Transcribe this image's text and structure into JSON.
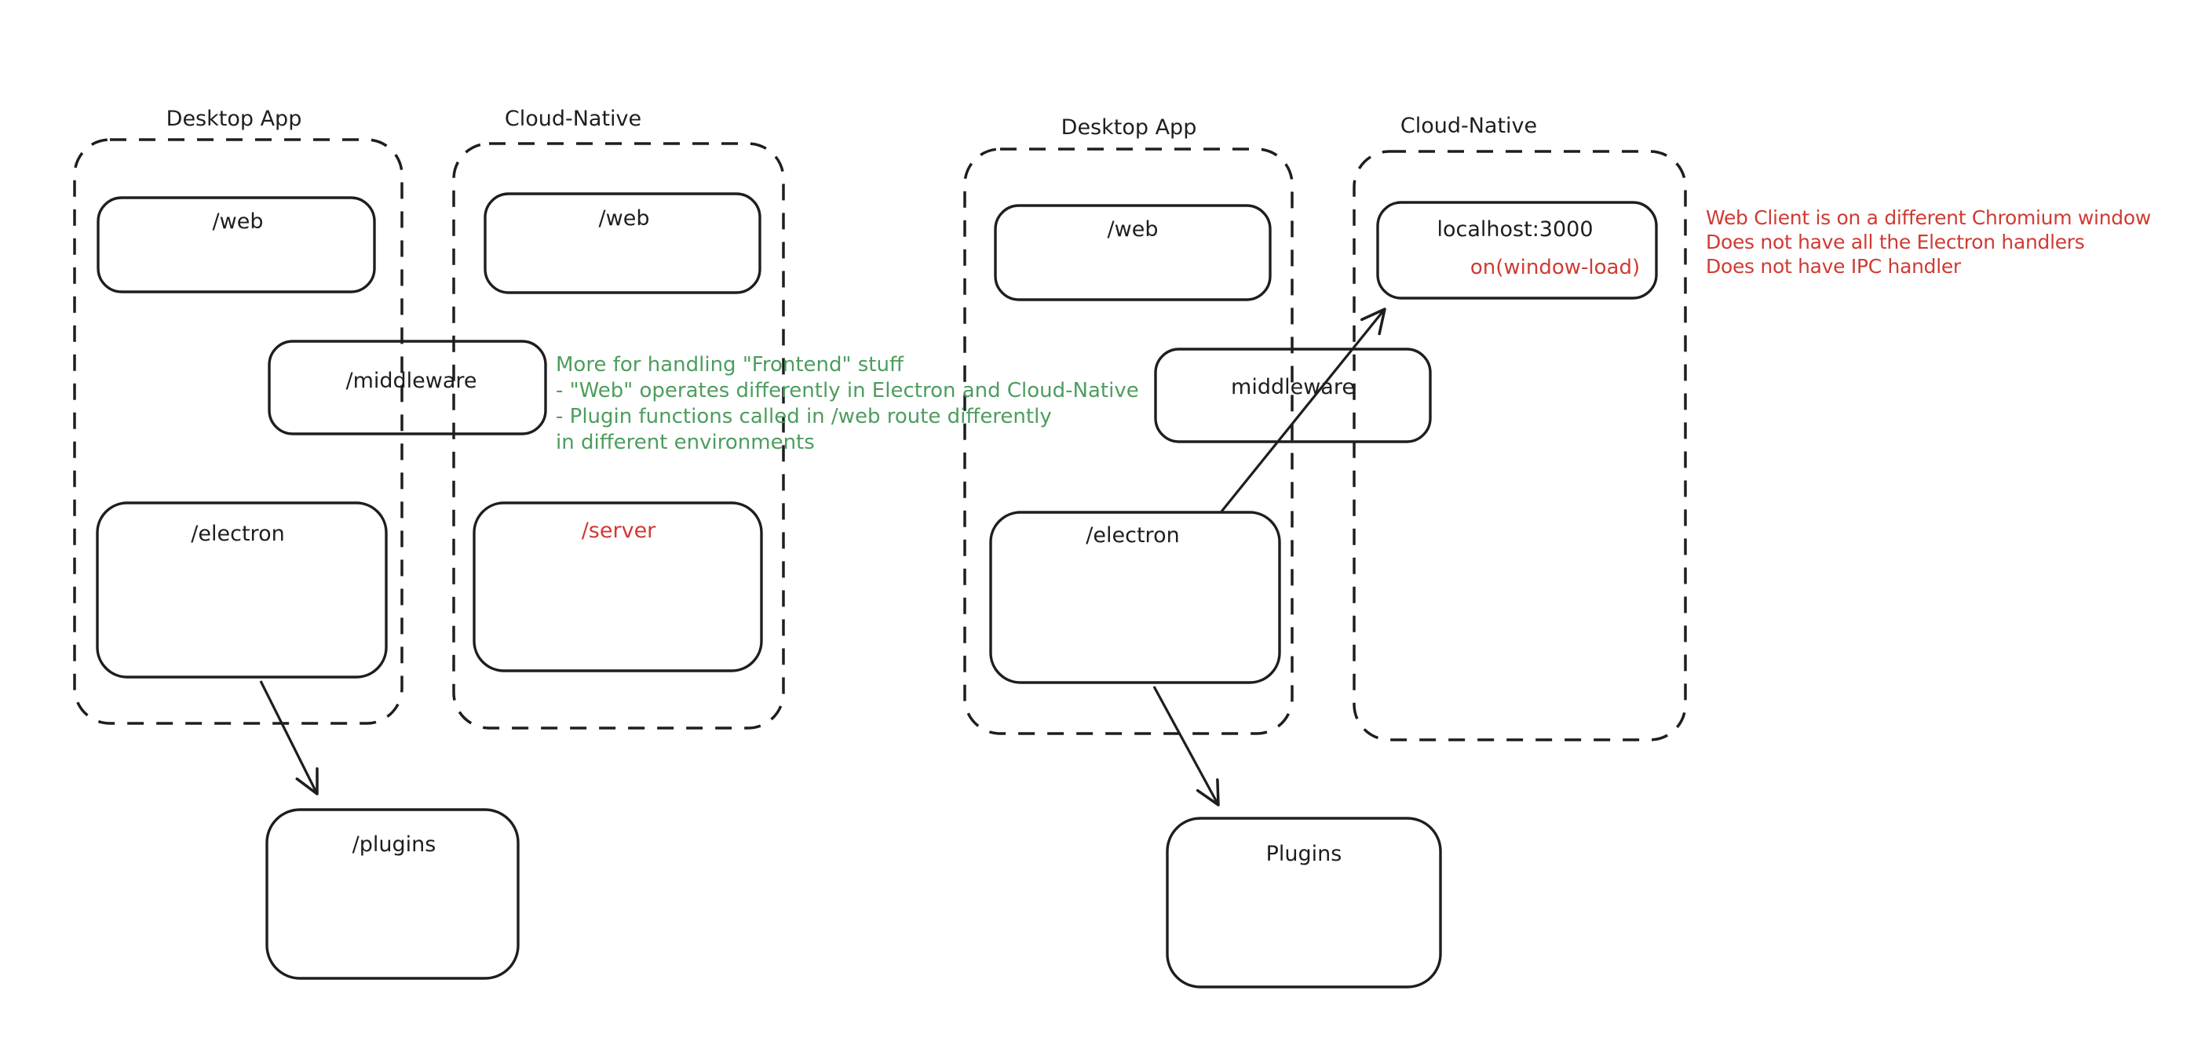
{
  "colors": {
    "ink": "#1e1e1e",
    "red": "#cf3b33",
    "green": "#4d9d5e",
    "background": "#ffffff"
  },
  "left": {
    "desktop_group_label": "Desktop App",
    "cloud_group_label": "Cloud-Native",
    "web_desktop_label": "/web",
    "web_cloud_label": "/web",
    "middleware_label": "/middleware",
    "electron_label": "/electron",
    "server_label": "/server",
    "plugins_label": "/plugins",
    "note_lines": [
      "More for handling \"Frontend\" stuff",
      "- \"Web\" operates differently in Electron and Cloud-Native",
      "- Plugin functions called in /web route differently",
      "in different environments"
    ]
  },
  "right": {
    "desktop_group_label": "Desktop App",
    "cloud_group_label": "Cloud-Native",
    "web_label": "/web",
    "localhost_label": "localhost:3000",
    "localhost_event_label": "on(window-load)",
    "middleware_label": "middleware",
    "electron_label": "/electron",
    "plugins_label": "Plugins",
    "note_lines": [
      "Web Client is on a different Chromium window",
      "Does not have all the Electron handlers",
      "Does not have IPC handler"
    ]
  }
}
